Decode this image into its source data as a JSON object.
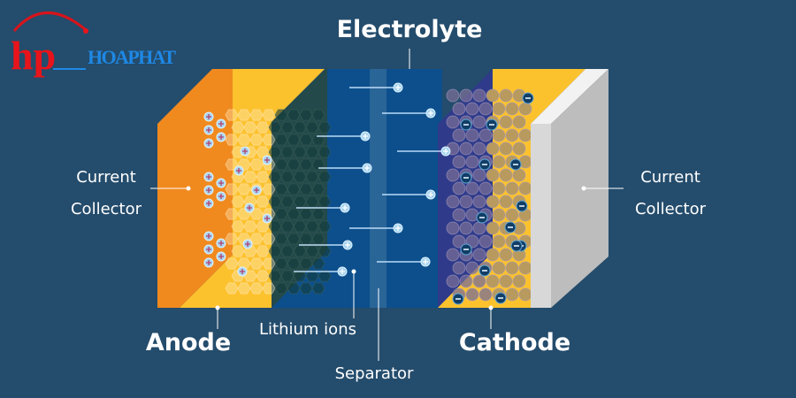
{
  "logo": {
    "text": "hp_HOAPHAT",
    "colors": {
      "hp": "#e8141b",
      "hoaphat": "#1e88e5"
    }
  },
  "labels": {
    "electrolyte": "Electrolyte",
    "current_collector_left": "Current Collector",
    "current_collector_right": "Current Collector",
    "anode": "Anode",
    "lithium_ions": "Lithium ions",
    "separator": "Separator",
    "cathode": "Cathode"
  },
  "colors": {
    "background": "#244c6c",
    "anode_collector": "#f08a1f",
    "anode_material": "#fcc22e",
    "graphite": "#24494a",
    "electrolyte": "#0c4f8c",
    "separator": "#2a6598",
    "cathode_material": "#2f3b8a",
    "cathode_particles": "#b89a5e",
    "cathode_collector": "#d4d4d4"
  }
}
